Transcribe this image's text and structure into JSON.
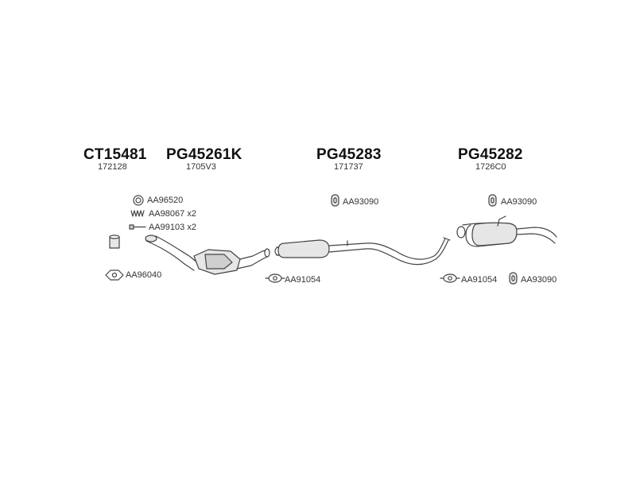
{
  "assemblies": [
    {
      "part_no": "CT15481",
      "oem_no": "172128"
    },
    {
      "part_no": "PG45261K",
      "oem_no": "1705V3"
    },
    {
      "part_no": "PG45283",
      "oem_no": "171737"
    },
    {
      "part_no": "PG45282",
      "oem_no": "1726C0"
    }
  ],
  "fittings": {
    "gasket_ring": "AA96520",
    "spring": "AA98067 x2",
    "bolt": "AA99103 x2",
    "flange_gasket_front": "AA96040",
    "mount_centre": "AA93090",
    "clamp_centre": "AA91054",
    "mount_rear_top": "AA93090",
    "clamp_rear": "AA91054",
    "mount_rear_bottom": "AA93090"
  },
  "colors": {
    "line": "#444444",
    "fill_light": "#e6e6e6",
    "fill_mid": "#cfcfcf"
  },
  "icons": {
    "ring": "gasket-ring-icon",
    "spring": "spring-icon",
    "bolt": "bolt-icon",
    "sleeve": "sleeve-icon",
    "flange": "flange-gasket-icon",
    "mount": "rubber-mount-icon",
    "clamp": "clamp-icon"
  }
}
